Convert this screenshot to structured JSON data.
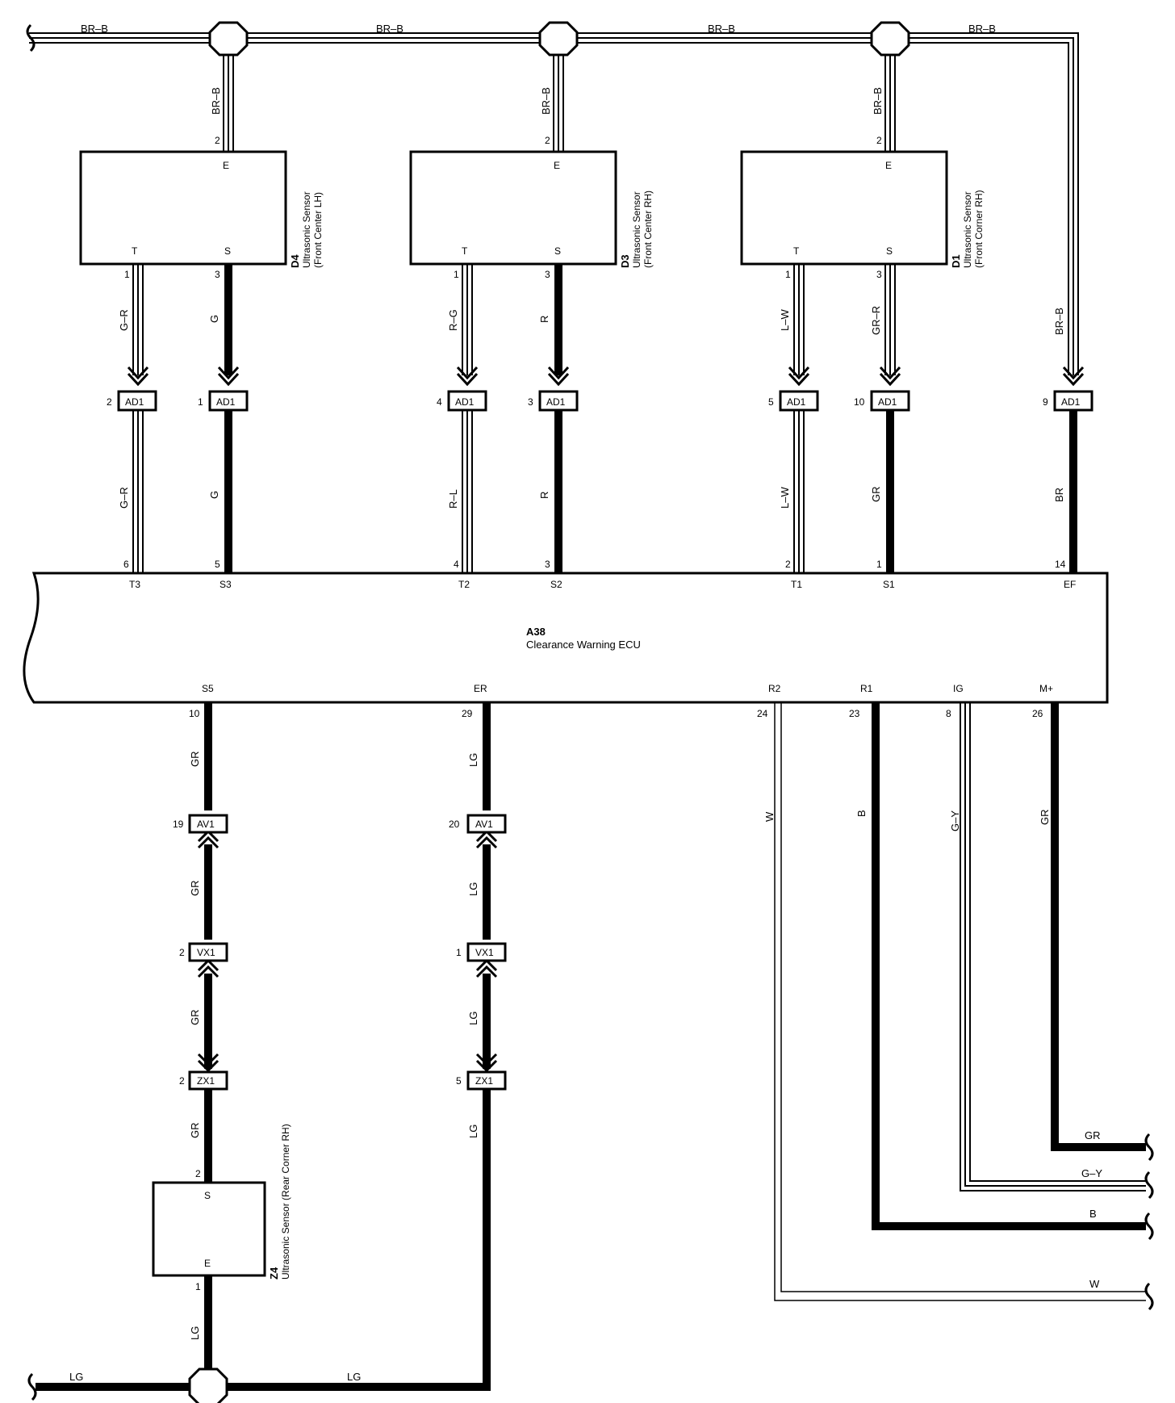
{
  "ecu": {
    "id": "A38",
    "name": "Clearance Warning ECU"
  },
  "ground_bus": {
    "color": "BR–B"
  },
  "ecu_terminals_top": [
    {
      "t": "T3",
      "pin": "6",
      "color": "G–R"
    },
    {
      "t": "S3",
      "pin": "5",
      "color": "G"
    },
    {
      "t": "T2",
      "pin": "4",
      "color": "R–L"
    },
    {
      "t": "S2",
      "pin": "3",
      "color": "R"
    },
    {
      "t": "T1",
      "pin": "2",
      "color": "L–W"
    },
    {
      "t": "S1",
      "pin": "1",
      "color": "GR"
    },
    {
      "t": "EF",
      "pin": "14",
      "color": "BR"
    }
  ],
  "ad1_connectors": [
    {
      "label": "AD1",
      "pin": "2",
      "upper_color": "G–R"
    },
    {
      "label": "AD1",
      "pin": "1",
      "upper_color": "G"
    },
    {
      "label": "AD1",
      "pin": "4",
      "upper_color": "R–G"
    },
    {
      "label": "AD1",
      "pin": "3",
      "upper_color": "R"
    },
    {
      "label": "AD1",
      "pin": "5",
      "upper_color": "L–W"
    },
    {
      "label": "AD1",
      "pin": "10",
      "upper_color": "GR–R"
    },
    {
      "label": "AD1",
      "pin": "9",
      "upper_color": "BR–B"
    }
  ],
  "front_sensors": [
    {
      "id": "D4",
      "name": "Ultrasonic Sensor",
      "loc": "(Front Center LH)",
      "e": "E",
      "e_pin": "2",
      "t": "T",
      "t_pin": "1",
      "s": "S",
      "s_pin": "3",
      "e_color": "BR–B"
    },
    {
      "id": "D3",
      "name": "Ultrasonic Sensor",
      "loc": "(Front Center RH)",
      "e": "E",
      "e_pin": "2",
      "t": "T",
      "t_pin": "1",
      "s": "S",
      "s_pin": "3",
      "e_color": "BR–B"
    },
    {
      "id": "D1",
      "name": "Ultrasonic Sensor",
      "loc": "(Front Corner RH)",
      "e": "E",
      "e_pin": "2",
      "t": "T",
      "t_pin": "1",
      "s": "S",
      "s_pin": "3",
      "e_color": "BR–B"
    }
  ],
  "ecu_terminals_bottom": [
    {
      "t": "S5",
      "pin": "10"
    },
    {
      "t": "ER",
      "pin": "29"
    },
    {
      "t": "R2",
      "pin": "24"
    },
    {
      "t": "R1",
      "pin": "23"
    },
    {
      "t": "IG",
      "pin": "8"
    },
    {
      "t": "M+",
      "pin": "26"
    }
  ],
  "rear_chain": [
    {
      "label": "AV1",
      "s5_pin": "19",
      "er_pin": "20"
    },
    {
      "label": "VX1",
      "s5_pin": "2",
      "er_pin": "1"
    },
    {
      "label": "ZX1",
      "s5_pin": "2",
      "er_pin": "5"
    }
  ],
  "s5_color": "GR",
  "er_color": "LG",
  "rear_sensor": {
    "id": "Z4",
    "name": "Ultrasonic Sensor (Rear Corner RH)",
    "s": "S",
    "s_pin": "2",
    "e": "E",
    "e_pin": "1"
  },
  "right_wires": [
    {
      "terminal": "R2",
      "color": "W"
    },
    {
      "terminal": "R1",
      "color": "B"
    },
    {
      "terminal": "IG",
      "color": "G–Y"
    },
    {
      "terminal": "M+",
      "color": "GR"
    }
  ]
}
